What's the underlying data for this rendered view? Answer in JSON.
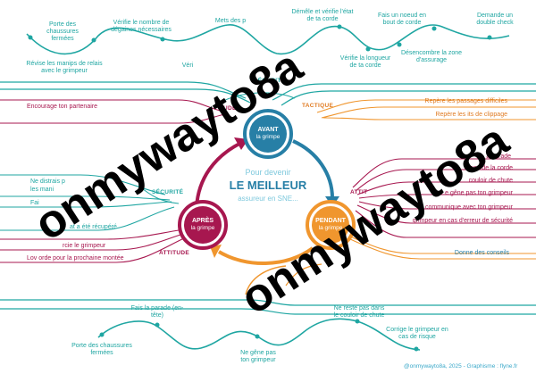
{
  "center": {
    "line1": "Pour devenir",
    "line2": "LE MEILLEUR",
    "line3": "assureur en SNE..."
  },
  "nodes": {
    "avant": {
      "title": "AVANT",
      "sub": "la grimpe"
    },
    "pendant": {
      "title": "PENDANT",
      "sub": "la grimpe"
    },
    "apres": {
      "title": "APRÈS",
      "sub": "la grimpe"
    }
  },
  "categories": {
    "securite_top": "SÉCURITÉ",
    "tactique": "TACTIQUE",
    "attitude_top": "UDE",
    "securite_left": "SÉCURITÉ",
    "attitude_bottom": "ATTITUDE",
    "attitude_right": "ATTIT"
  },
  "top_items": [
    "Porte des chaussures fermées",
    "Révise les manips de relais avec le grimpeur",
    "Vérifie le nombre de dégaines nécessaires",
    "Mets des p",
    "Véri",
    "Démêle et vérifie l'état de ta corde",
    "Vérifie la longueur de ta corde",
    "Fais un noeud en bout de corde",
    "Désencombre la zone d'assurage",
    "Demande un double check"
  ],
  "left_items": [
    "Encourage ton partenaire",
    "Ne distrais p",
    "les mani",
    "Fai",
    "at a été récupéré",
    "rcie le grimpeur",
    "Lov    orde pour la prochaine montée"
  ],
  "right_tactique": [
    "Repère les passages difficiles",
    "Repère les    its de clippage"
  ],
  "right_items": [
    "a parade",
    "age de la corde",
    "couloir de chute",
    "e gêne pas ton grimpeur",
    "communique avec ton grimpeur",
    "grimpeur en cas d'erreur de sécurité",
    "Donne des conseils"
  ],
  "bottom_items": [
    "Fais la parade (en-tête)",
    "Porte des chaussures fermées",
    "Ne gêne pas ton grimpeur",
    "Ne reste pas dans le couloir de chute",
    "Corrige le grimpeur en cas de risque"
  ],
  "watermarks": [
    "onmywayto8a",
    "onmywayto8a"
  ],
  "credit": "@onmywayto8a, 2025 - Graphisme : flyne.fr",
  "colors": {
    "teal": "#1fa6a2",
    "crimson": "#a7174f",
    "orange": "#f0962e",
    "blue": "#277fa6"
  }
}
